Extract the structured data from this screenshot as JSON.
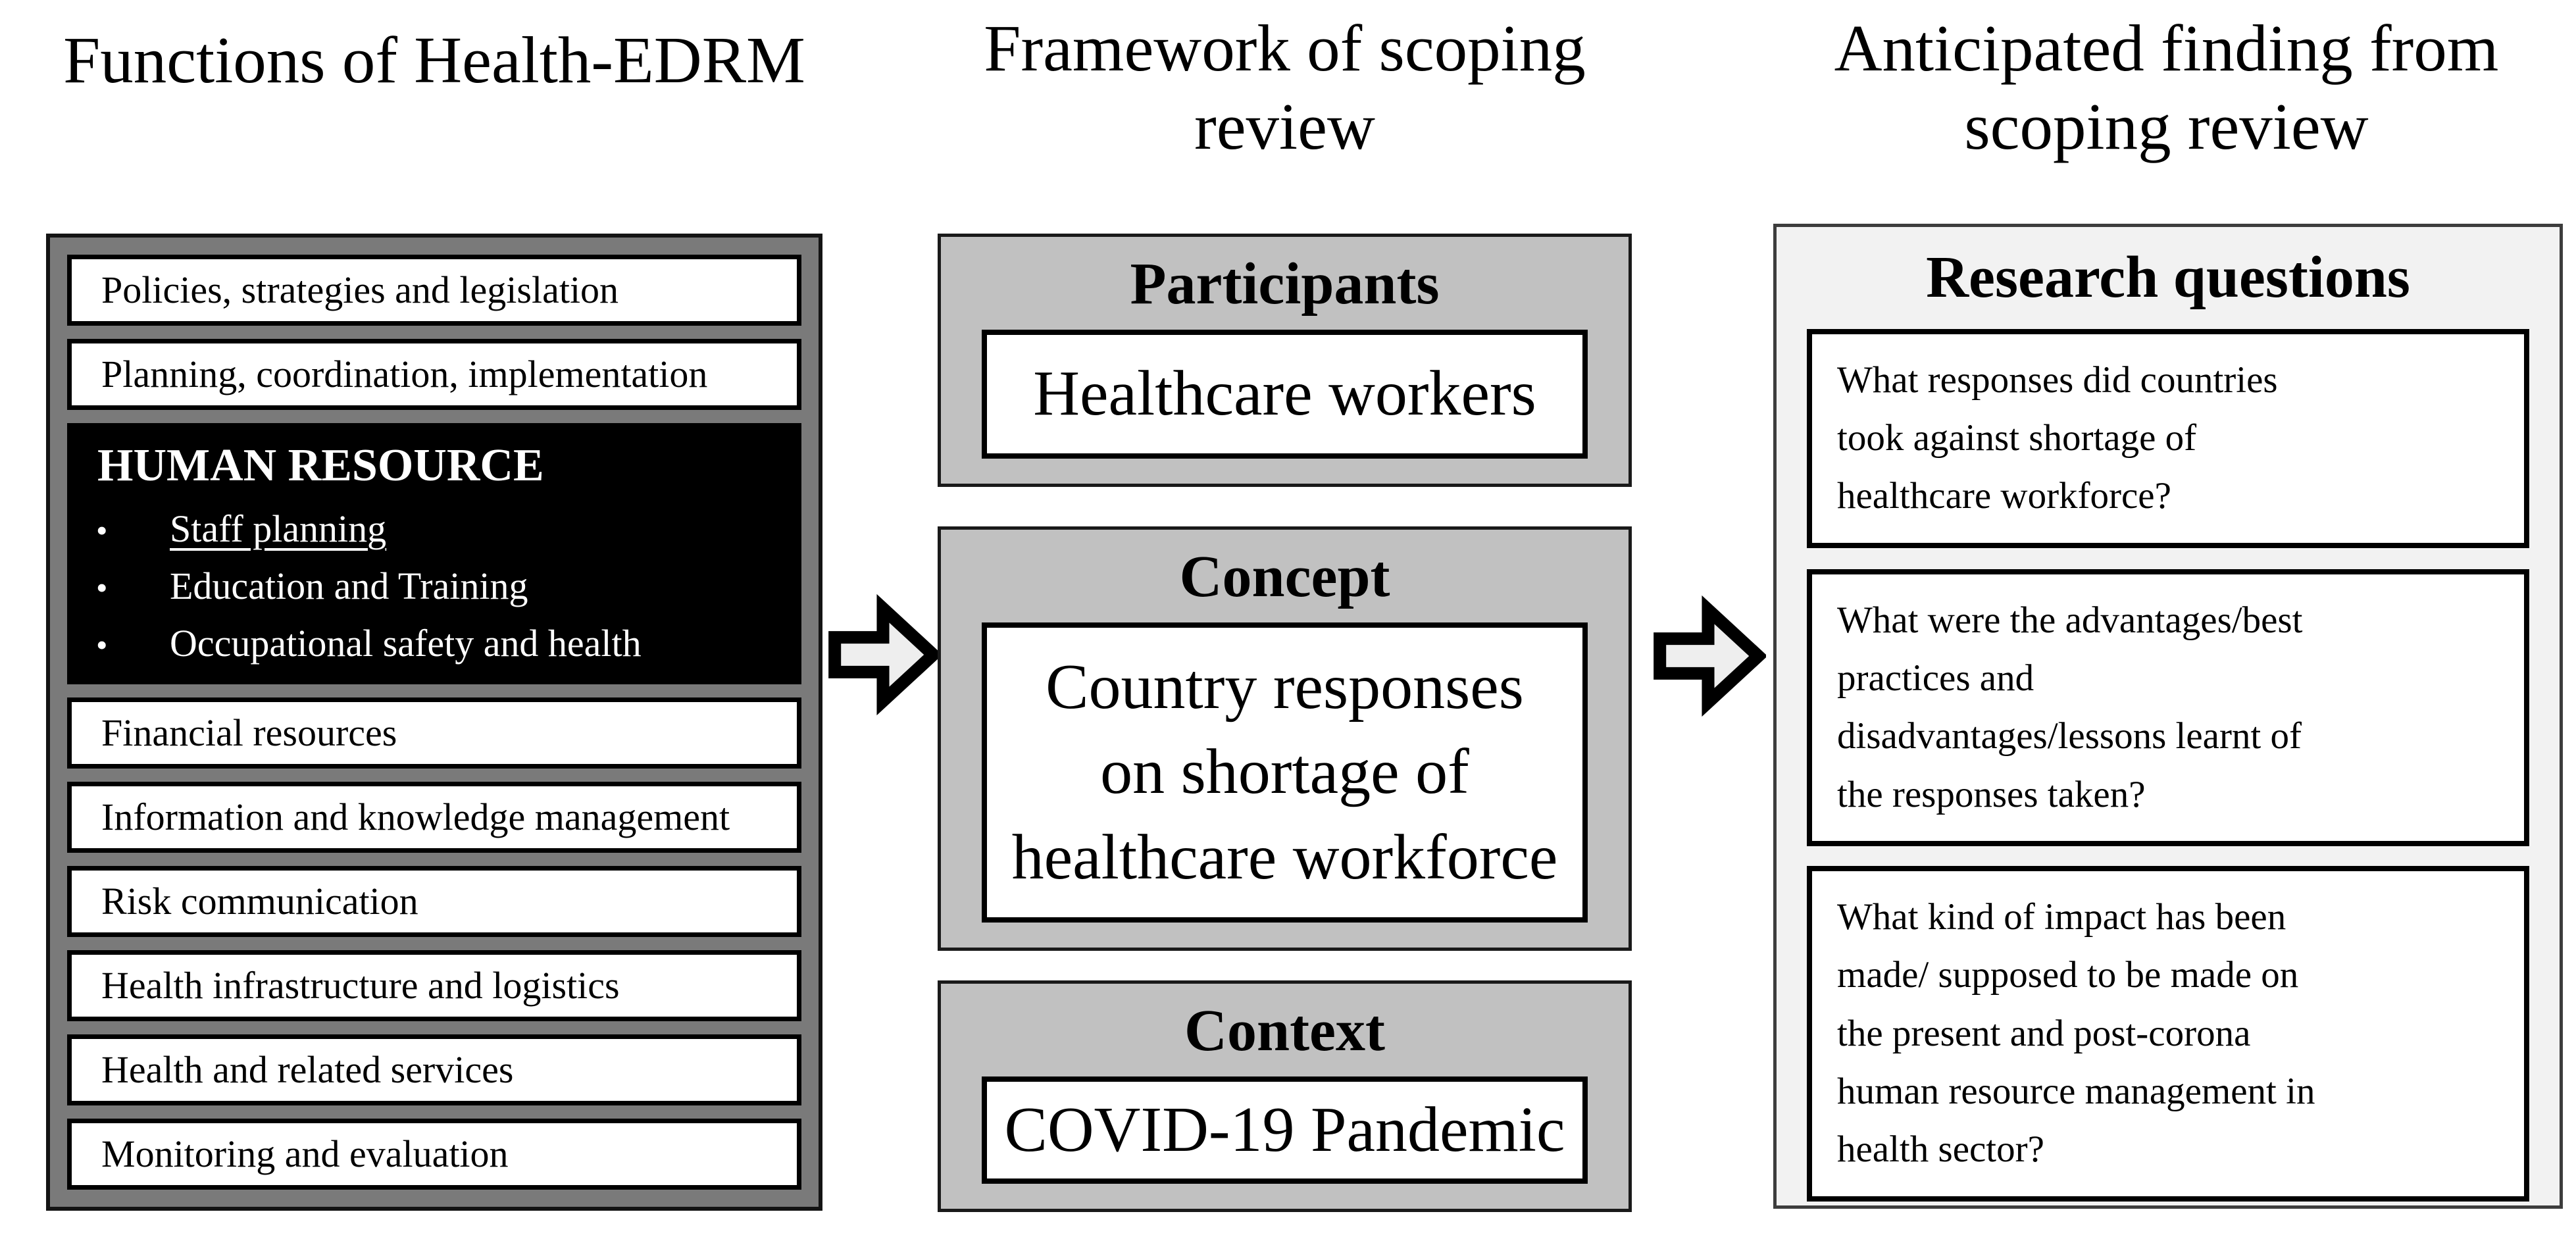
{
  "left": {
    "title": "Functions of Health-EDRM",
    "items": [
      "Policies, strategies and legislation",
      "Planning, coordination, implementation",
      "Financial resources",
      "Information and knowledge management",
      "Risk communication",
      "Health infrastructure and logistics",
      "Health and related services",
      "Monitoring and evaluation"
    ],
    "human_resource": {
      "heading": "HUMAN RESOURCE",
      "bullet_char": "•",
      "bullets": [
        "Staff planning",
        "Education and Training",
        "Occupational safety and health"
      ]
    }
  },
  "middle": {
    "title": "Framework of scoping\nreview",
    "sections": [
      {
        "heading": "Participants",
        "content": "Healthcare workers"
      },
      {
        "heading": "Concept",
        "content": "Country responses\non shortage of\nhealthcare workforce"
      },
      {
        "heading": "Context",
        "content": "COVID-19 Pandemic"
      }
    ]
  },
  "right": {
    "title": "Anticipated finding from\nscoping review",
    "heading": "Research questions",
    "questions": [
      "What responses did countries\ntook against shortage of\nhealthcare workforce?",
      "What were the advantages/best\npractices and\ndisadvantages/lessons learnt of\nthe responses taken?",
      "What kind of impact has been\nmade/ supposed to be made on\nthe present and post-corona\nhuman resource management in\nhealth sector?"
    ]
  },
  "icons": {
    "arrow_left_to_middle": "right-block-arrow",
    "arrow_middle_to_right": "right-block-arrow"
  },
  "colors": {
    "left_panel_bg": "#7a7a7a",
    "left_panel_border": "#141414",
    "item_box_bg": "#ffffff",
    "item_box_border": "#000000",
    "human_resource_bg": "#000000",
    "human_resource_text": "#ffffff",
    "middle_panel_bg": "#c1c1c1",
    "right_panel_bg": "#f2f2f2",
    "arrow_fill": "#eeeeee",
    "arrow_stroke": "#000000"
  }
}
